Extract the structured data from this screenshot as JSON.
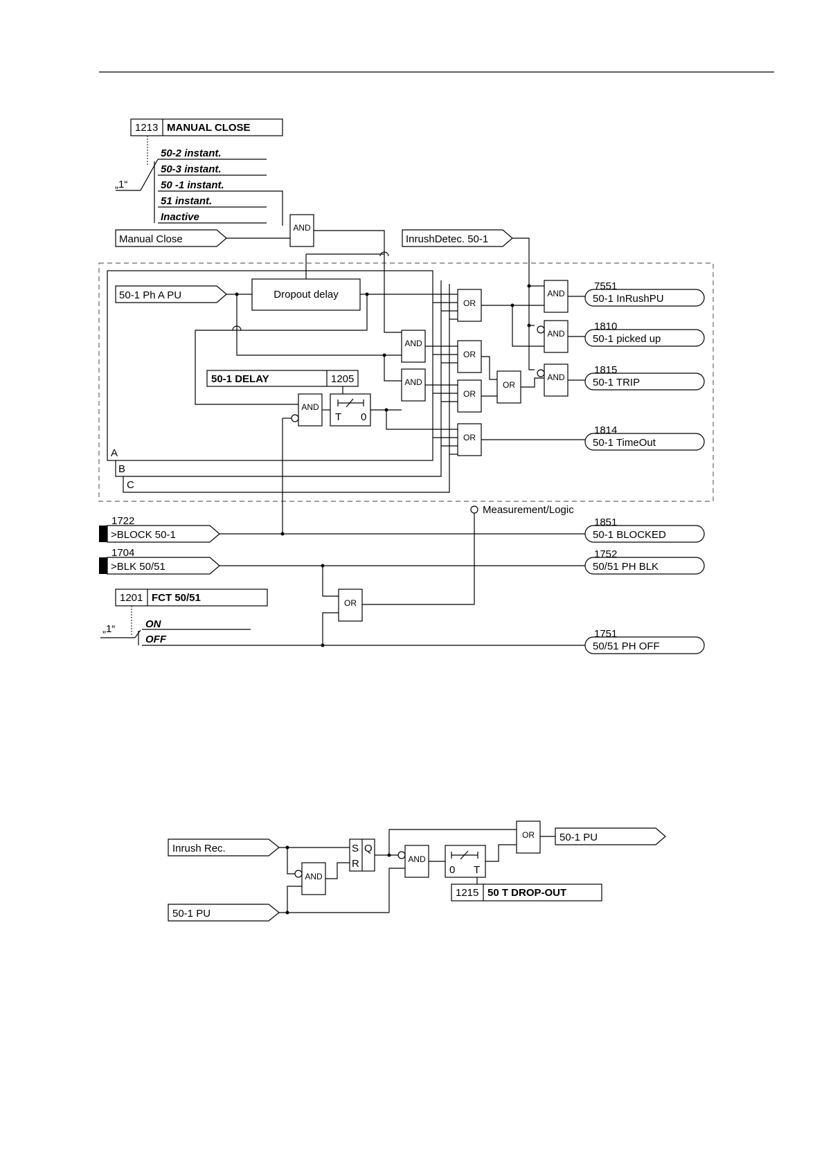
{
  "diagram1": {
    "manual_close": {
      "addr": "1213",
      "title": "MANUAL CLOSE",
      "options": [
        "50-2 instant.",
        "50-3 instant.",
        "50 -1 instant.",
        "51 instant.",
        "Inactive"
      ],
      "selector": "„1“"
    },
    "inputs": {
      "manual_close": "Manual Close",
      "inrush": "InrushDetec. 50-1",
      "ph_a_pu": "50-1 Ph A PU",
      "block": {
        "num": "1722",
        "label": ">BLOCK 50-1"
      },
      "blk": {
        "num": "1704",
        "label": ">BLK 50/51"
      }
    },
    "dropout": "Dropout delay",
    "delay": {
      "title": "50-1 DELAY",
      "addr": "1205"
    },
    "timer": {
      "t": "T",
      "zero": "0"
    },
    "phases": [
      "A",
      "B",
      "C"
    ],
    "measurement": "Measurement/Logic",
    "fct": {
      "addr": "1201",
      "title": "FCT 50/51",
      "options": [
        "ON",
        "OFF"
      ],
      "selector": "„1“"
    },
    "gates": {
      "and": "AND",
      "or": "OR"
    },
    "outputs": [
      {
        "num": "7551",
        "label": "50-1 InRushPU"
      },
      {
        "num": "1810",
        "label": "50-1 picked up"
      },
      {
        "num": "1815",
        "label": "50-1 TRIP"
      },
      {
        "num": "1814",
        "label": "50-1 TimeOut"
      },
      {
        "num": "1851",
        "label": "50-1 BLOCKED"
      },
      {
        "num": "1752",
        "label": "50/51 PH BLK"
      },
      {
        "num": "1751",
        "label": "50/51 PH OFF"
      }
    ]
  },
  "diagram2": {
    "inrush_rec": "Inrush Rec.",
    "pu_in": "50-1 PU",
    "pu_out": "50-1 PU",
    "sr": {
      "s": "S",
      "r": "R",
      "q": "Q"
    },
    "timer": {
      "zero": "0",
      "t": "T"
    },
    "dropout": {
      "addr": "1215",
      "title": "50 T DROP-OUT"
    },
    "gates": {
      "and": "AND",
      "or": "OR"
    }
  }
}
